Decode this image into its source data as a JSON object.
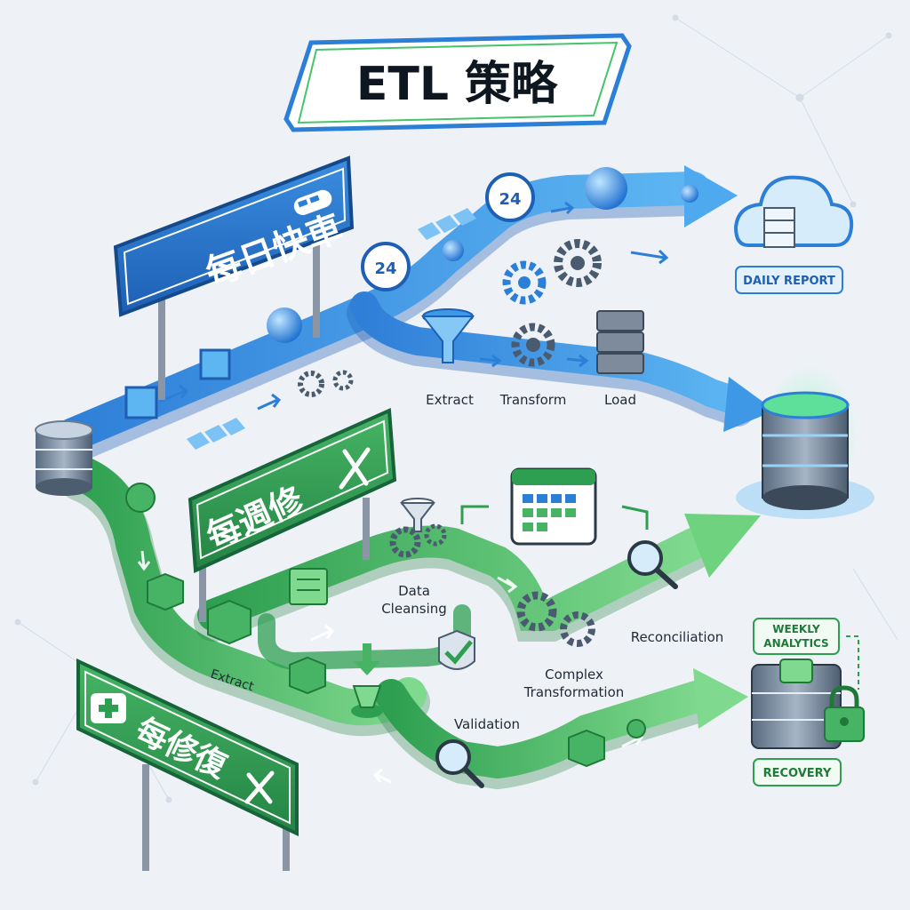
{
  "title": "ETL 策略",
  "signs": {
    "daily": "每日快車",
    "weekly": "每週修",
    "repair": "每修復"
  },
  "daily_steps": {
    "extract": "Extract",
    "transform": "Transform",
    "load": "Load"
  },
  "timer_label": "24",
  "weekly_steps": {
    "extract": "Extract",
    "data_cleansing_1": "Data",
    "data_cleansing_2": "Cleansing",
    "validation": "Validation",
    "complex_1": "Complex",
    "complex_2": "Transformation",
    "reconciliation": "Reconciliation"
  },
  "badges": {
    "daily_report": "DAILY REPORT",
    "weekly_analytics_1": "WEEKLY",
    "weekly_analytics_2": "ANALYTICS",
    "recovery": "RECOVERY"
  },
  "colors": {
    "blue": "#2b7fd6",
    "blue_light": "#6fb8f0",
    "green": "#3fae5a",
    "green_light": "#7fd98e",
    "dark": "#1f2a36"
  },
  "icons": [
    "train-icon",
    "wrench-icon",
    "first-aid-icon",
    "cloud-database-icon",
    "database-icon",
    "calendar-icon",
    "funnel-icon",
    "gear-icon",
    "magnifier-icon",
    "lock-icon",
    "shield-check-icon",
    "timer-icon"
  ]
}
